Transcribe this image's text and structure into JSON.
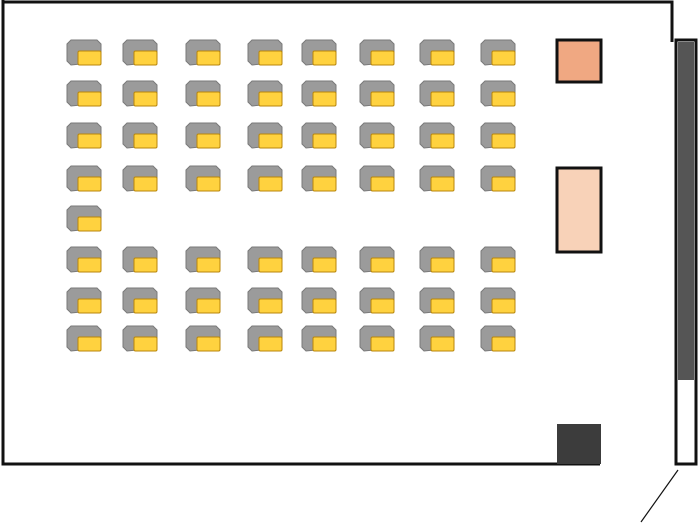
{
  "diagram": {
    "type": "classroom-seating-plan",
    "colors": {
      "wall": "#111111",
      "background": "#ffffff",
      "seat_back": "#9b9b9b",
      "seat_back_stroke": "#7a7a7a",
      "seat_cushion": "#ffd23f",
      "seat_cushion_stroke": "#b8860b",
      "object_top": "#f0a882",
      "object_middle": "#f8d2b8",
      "object_bottom": "#3c3c3c",
      "panel": "#555555"
    },
    "seat_grid": {
      "columns": 8,
      "rows": [
        {
          "seats": 8
        },
        {
          "seats": 8
        },
        {
          "seats": 8
        },
        {
          "seats": 8
        },
        {
          "seats": 1
        },
        {
          "seats": 8
        },
        {
          "seats": 8
        },
        {
          "seats": 8
        }
      ]
    },
    "objects": [
      {
        "name": "object-top",
        "color_key": "object_top"
      },
      {
        "name": "object-middle",
        "color_key": "object_middle"
      },
      {
        "name": "object-bottom",
        "color_key": "object_bottom"
      }
    ]
  }
}
